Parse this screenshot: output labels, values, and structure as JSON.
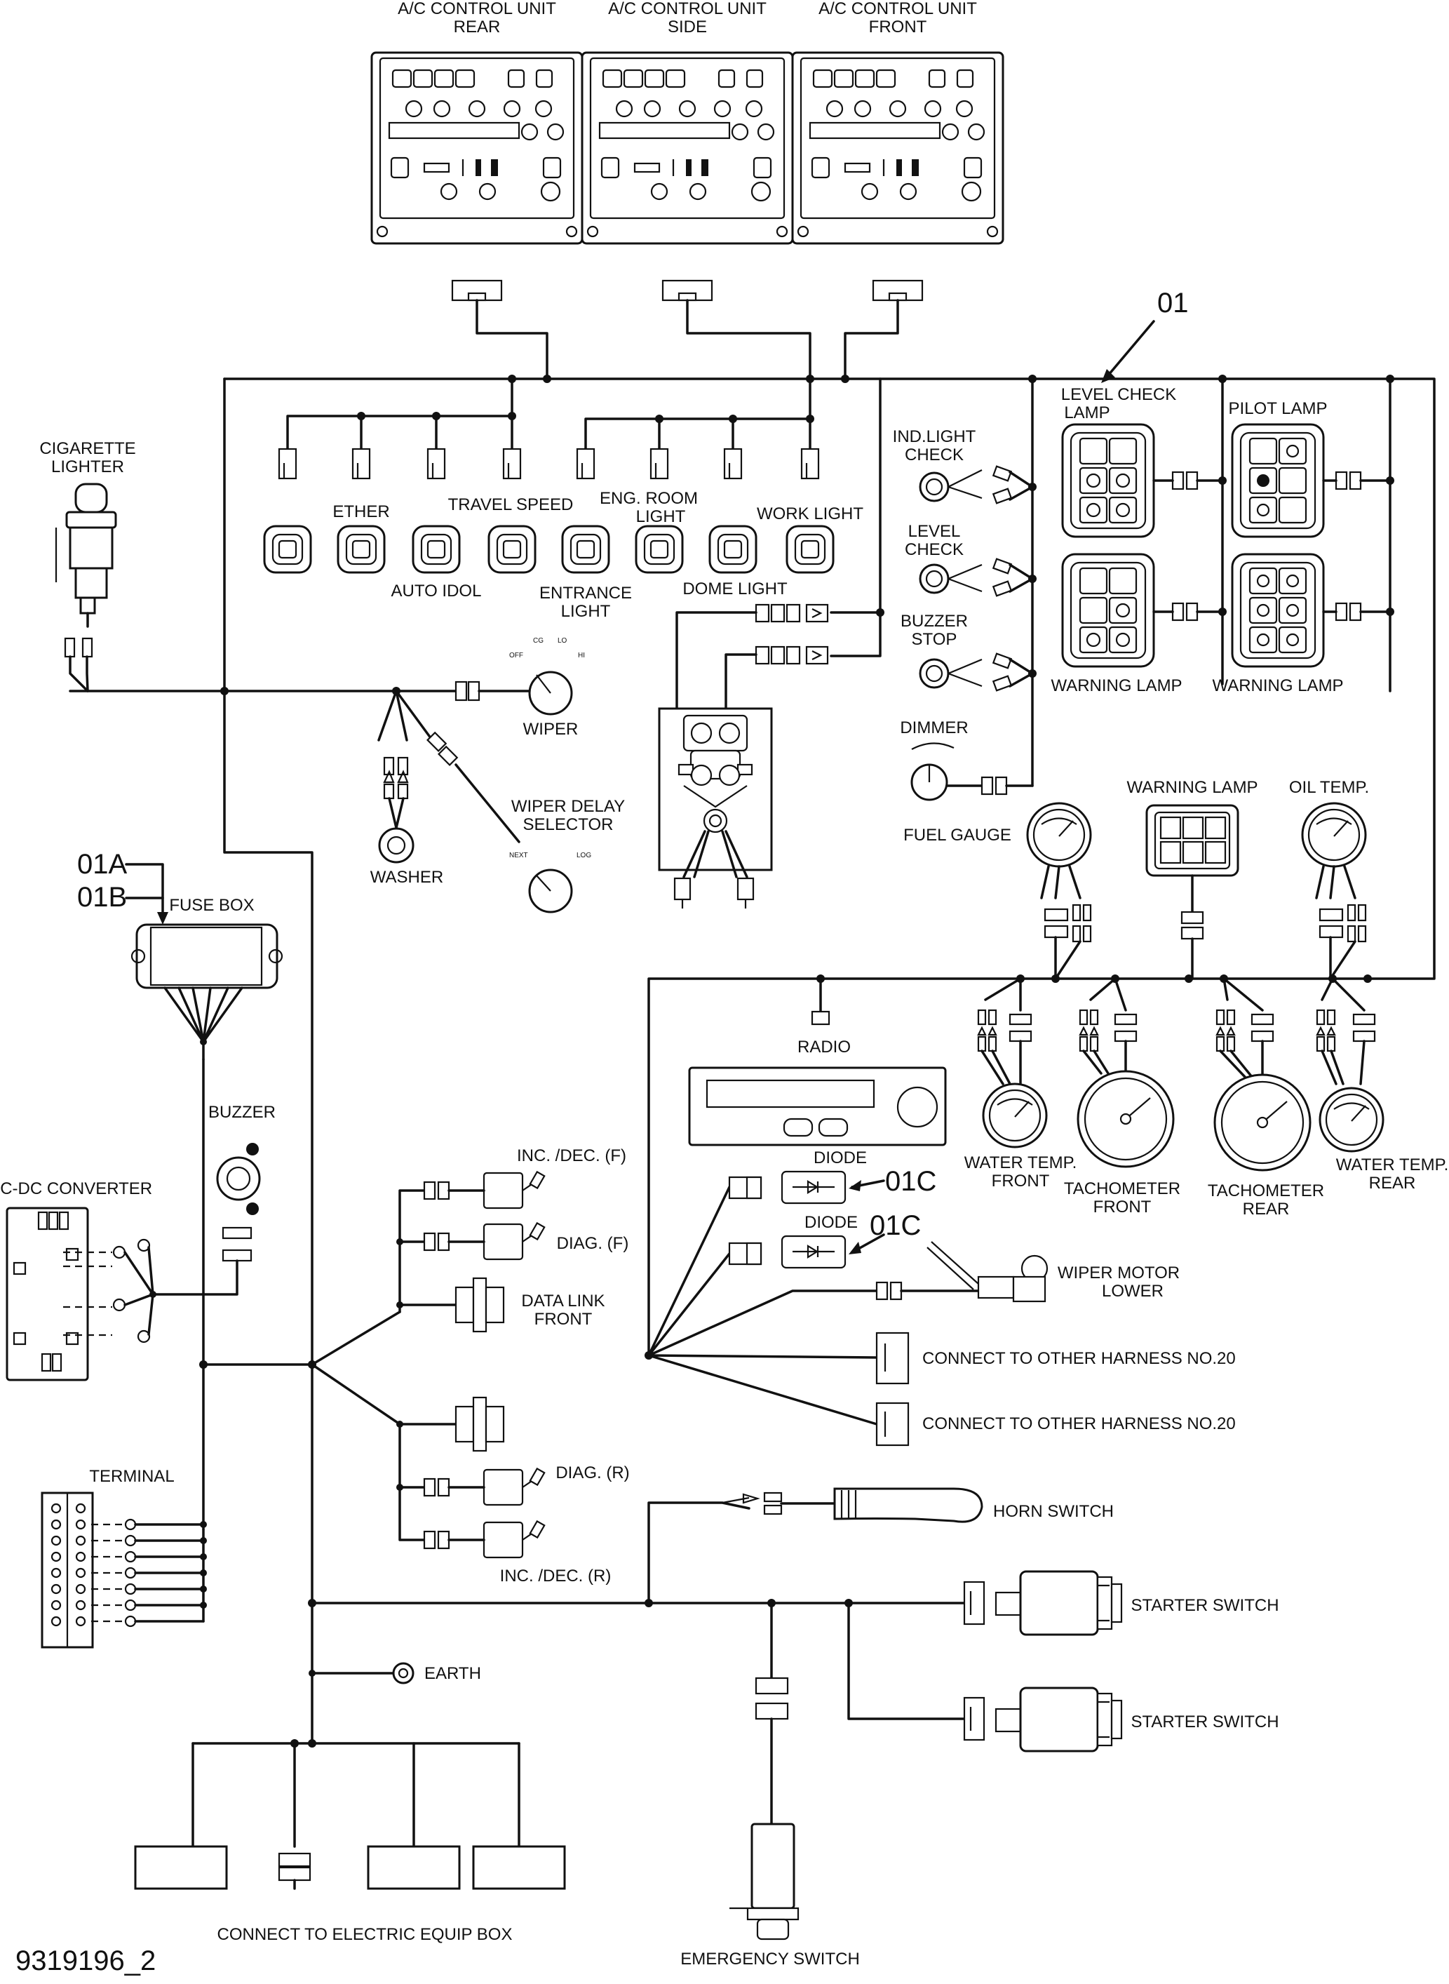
{
  "labels": {
    "ac_rear": [
      "A/C CONTROL UNIT",
      "REAR"
    ],
    "ac_side": [
      "A/C CONTROL UNIT",
      "SIDE"
    ],
    "ac_front": [
      "A/C CONTROL UNIT",
      "FRONT"
    ],
    "ref_01": "01",
    "ref_01a": "01A",
    "ref_01b": "01B",
    "ref_01c_1": "01C",
    "ref_01c_2": "01C",
    "cigarette_lighter": [
      "CIGARETTE",
      "LIGHTER"
    ],
    "ether": "ETHER",
    "travel_speed": "TRAVEL SPEED",
    "eng_room_light": [
      "ENG. ROOM",
      "LIGHT"
    ],
    "work_light": "WORK LIGHT",
    "auto_idol": "AUTO IDOL",
    "entrance_light": [
      "ENTRANCE",
      "LIGHT"
    ],
    "dome_light": "DOME LIGHT",
    "ind_light_check": [
      "IND.LIGHT",
      "CHECK"
    ],
    "level_check": [
      "LEVEL",
      "CHECK"
    ],
    "buzzer_stop": [
      "BUZZER",
      "STOP"
    ],
    "dimmer": "DIMMER",
    "fuel_gauge": "FUEL GAUGE",
    "level_check_lamp": [
      "LEVEL CHECK",
      "LAMP"
    ],
    "pilot_lamp": "PILOT LAMP",
    "warning_lamp_1": "WARNING LAMP",
    "warning_lamp_2": "WARNING LAMP",
    "warning_lamp_3": "WARNING LAMP",
    "oil_temp": "OIL TEMP.",
    "wiper": "WIPER",
    "wiper_positions": [
      "OFF",
      "CG",
      "LO",
      "HI"
    ],
    "washer": "WASHER",
    "wiper_delay_selector": [
      "WIPER DELAY",
      "SELECTOR"
    ],
    "wiper_delay_positions": [
      "NEXT",
      "LOG"
    ],
    "fuse_box": "FUSE BOX",
    "buzzer": "BUZZER",
    "dcdc_converter": "DC-DC  CONVERTER",
    "terminal": "TERMINAL",
    "radio": "RADIO",
    "water_temp_front": [
      "WATER TEMP.",
      "FRONT"
    ],
    "tachometer_front": [
      "TACHOMETER",
      "FRONT"
    ],
    "tachometer_rear": [
      "TACHOMETER",
      "REAR"
    ],
    "water_temp_rear": [
      "WATER TEMP.",
      "REAR"
    ],
    "diode_1": "DIODE",
    "diode_2": "DIODE",
    "wiper_motor_lower": [
      "WIPER MOTOR",
      "LOWER"
    ],
    "connect_harness_1": "CONNECT TO OTHER HARNESS NO.20",
    "connect_harness_2": "CONNECT TO OTHER HARNESS NO.20",
    "inc_dec_f": "INC. /DEC. (F)",
    "diag_f": "DIAG. (F)",
    "data_link_front": [
      "DATA LINK",
      "FRONT"
    ],
    "diag_r": "DIAG. (R)",
    "inc_dec_r": "INC. /DEC. (R)",
    "horn_switch": "HORN SWITCH",
    "starter_switch_1": "STARTER SWITCH",
    "starter_switch_2": "STARTER SWITCH",
    "earth": "EARTH",
    "connect_electric_equip_box": "CONNECT TO ELECTRIC EQUIP BOX",
    "emergency_switch": "EMERGENCY SWITCH",
    "drawing_number": "9319196_2"
  }
}
